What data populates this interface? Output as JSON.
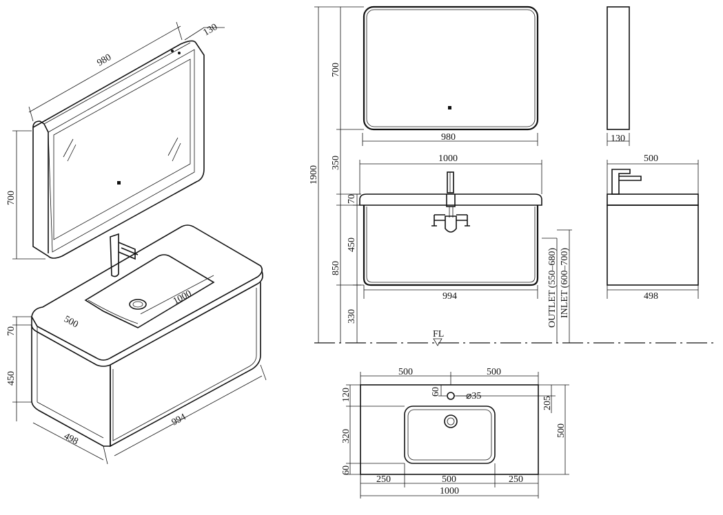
{
  "dimensions": {
    "iso_mirror_width": "980",
    "iso_mirror_depth": "130",
    "iso_mirror_height": "700",
    "iso_basin_width": "1000",
    "iso_top_depth": "500",
    "iso_top_height": "70",
    "iso_drawer_height": "450",
    "iso_cabinet_depth": "498",
    "iso_cabinet_width": "994",
    "front_mirror_height": "700",
    "front_mirror_width": "980",
    "front_gap_mirror_basin": "350",
    "front_total_height": "1900",
    "front_top_width": "1000",
    "front_top_height": "70",
    "front_drawer_height": "450",
    "front_install_height": "850",
    "front_floor_clearance": "330",
    "front_cabinet_width": "994",
    "outlet_label": "OUTLET (550–680)",
    "inlet_label": "INLET (600–700)",
    "floor_label": "FL",
    "side_mirror_depth": "130",
    "side_top_depth": "500",
    "side_cabinet_depth": "498",
    "plan_left_half": "500",
    "plan_right_half": "500",
    "plan_tap_offset": "60",
    "plan_tap_hole": "⌀35",
    "plan_front_margin": "120",
    "plan_basin_depth": "320",
    "plan_back_margin": "60",
    "plan_tap_to_back": "205",
    "plan_total_depth": "500",
    "plan_left_margin": "250",
    "plan_basin_width": "500",
    "plan_right_margin": "250",
    "plan_total_width": "1000"
  },
  "colors": {
    "line": "#111111",
    "background": "#ffffff"
  }
}
